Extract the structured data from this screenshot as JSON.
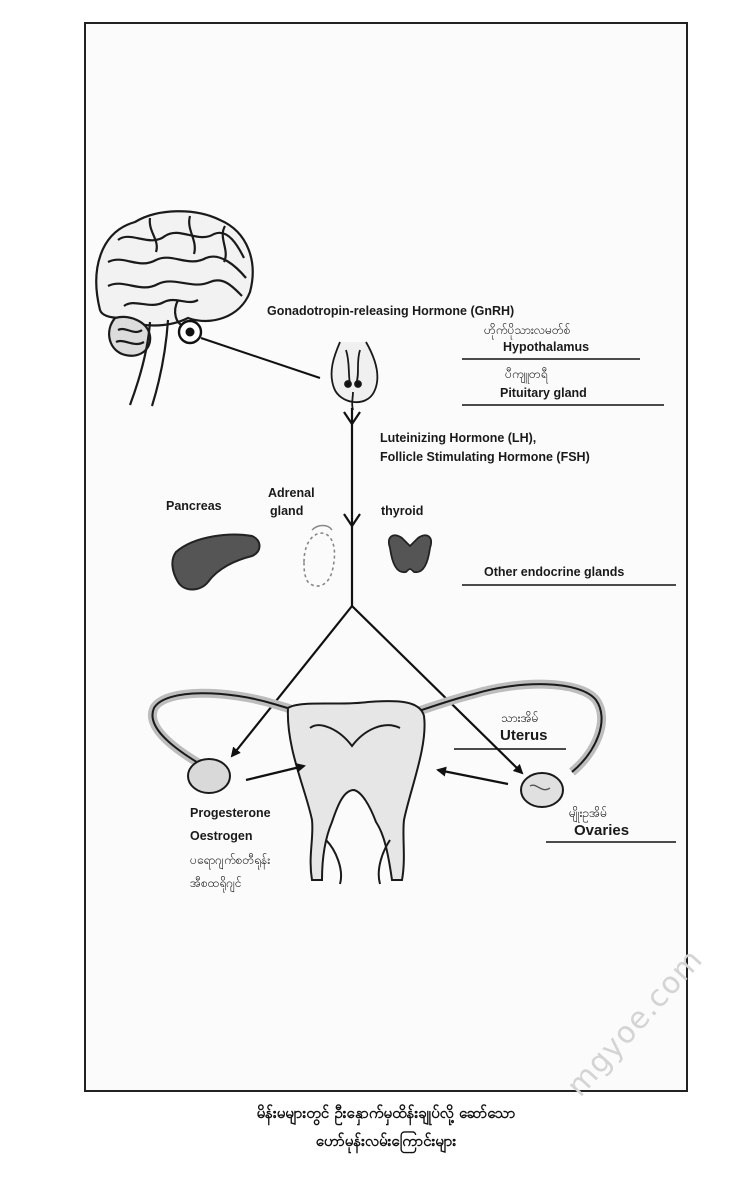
{
  "labels": {
    "gnrh": "Gonadotropin-releasing Hormone (GnRH)",
    "hypothalamus_my": "ဟိုက်ပိုသားလမတ်စ်",
    "hypothalamus": "Hypothalamus",
    "pituitary_my": "ပီကျူတရီ",
    "pituitary": "Pituitary gland",
    "lh": "Luteinizing Hormone (LH),",
    "fsh": "Follicle Stimulating Hormone (FSH)",
    "pancreas": "Pancreas",
    "adrenal_1": "Adrenal",
    "adrenal_2": "gland",
    "thyroid": "thyroid",
    "other_glands": "Other endocrine glands",
    "uterus_my": "သားအိမ်",
    "uterus": "Uterus",
    "progesterone": "Progesterone",
    "oestrogen": "Oestrogen",
    "hormones_my_1": "ပရောဂျက်စတီရုန်း",
    "hormones_my_2": "အီစထရိုဂျင်",
    "ovaries_my": "မျိုးဥအိမ်",
    "ovaries": "Ovaries"
  },
  "caption": {
    "line1": "မိန်းမများတွင် ဦးနှောက်မှထိန်းချုပ်လို့ ဆော်သော",
    "line2": "ဟော်မုန်းလမ်းကြောင်းများ"
  },
  "watermark": "mgyoe.com"
}
